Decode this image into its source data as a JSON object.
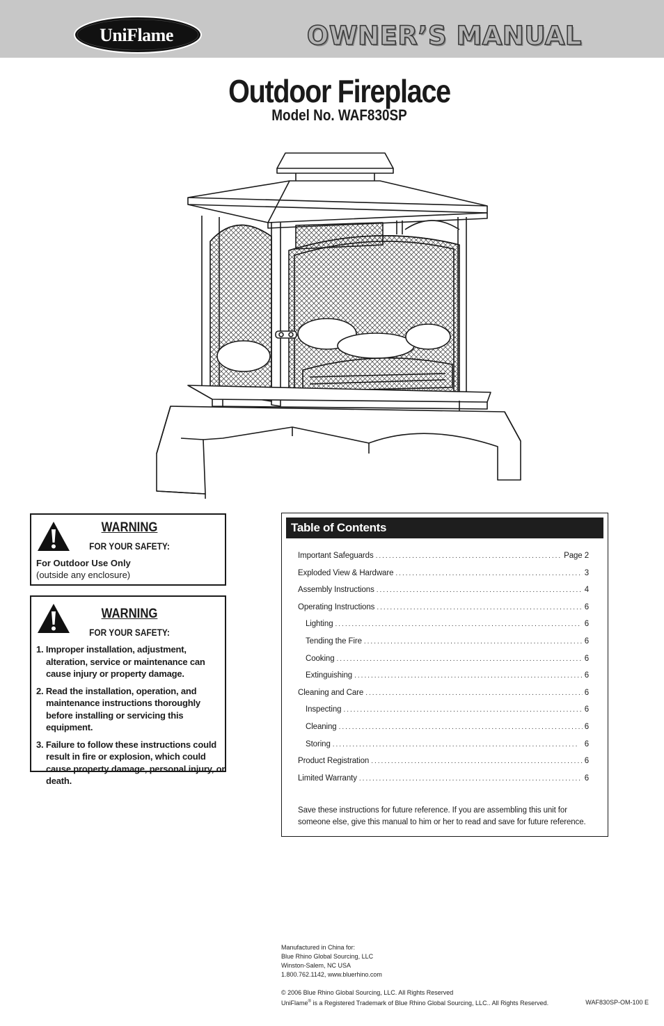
{
  "header": {
    "brand": "UniFlame",
    "manual_title": "OWNER’S MANUAL"
  },
  "product": {
    "title": "Outdoor Fireplace",
    "model": "Model No. WAF830SP"
  },
  "warning1": {
    "title": "WARNING",
    "subtitle": "FOR YOUR SAFETY:",
    "line_bold": "For Outdoor Use Only",
    "line_normal": "(outside any enclosure)"
  },
  "warning2": {
    "title": "WARNING",
    "subtitle": "FOR YOUR SAFETY:",
    "items": [
      "1. Improper installation, adjustment, alteration, service or maintenance can cause injury or property damage.",
      "2. Read the installation, operation, and maintenance instructions thoroughly before installing or servicing this equipment.",
      "3. Failure to follow these instructions could result in fire or explosion, which could cause property damage, personal injury, or death."
    ]
  },
  "toc": {
    "title": "Table of Contents",
    "entries": [
      {
        "label": "Important Safeguards",
        "page": "Page 2"
      },
      {
        "label": "Exploded View & Hardware",
        "page": "3"
      },
      {
        "label": "Assembly Instructions",
        "page": "4"
      },
      {
        "label": "Operating Instructions",
        "page": "6"
      },
      {
        "label": "Lighting",
        "page": "6"
      },
      {
        "label": "Tending the Fire",
        "page": "6"
      },
      {
        "label": "Cooking",
        "page": "6"
      },
      {
        "label": "Extinguishing",
        "page": "6"
      },
      {
        "label": "Cleaning and Care",
        "page": "6"
      },
      {
        "label": "Inspecting",
        "page": "6"
      },
      {
        "label": "Cleaning",
        "page": "6"
      },
      {
        "label": "Storing",
        "page": "6"
      },
      {
        "label": "Product Registration",
        "page": "6"
      },
      {
        "label": "Limited Warranty",
        "page": "6"
      }
    ],
    "note": "Save these instructions for future reference.   If you are assembling this unit for someone else,  give this manual to him or her to read and save for future reference."
  },
  "footer": {
    "manufactured": "Manufactured in China for:",
    "company": "Blue Rhino Global Sourcing, LLC",
    "city": "Winston-Salem, NC USA",
    "contact": "1.800.762.1142, www.bluerhino.com",
    "copyright": "© 2006 Blue Rhino Global Sourcing, LLC. All Rights Reserved",
    "trademark_brand": "UniFlame",
    "trademark_mark": "®",
    "trademark_rest": " is a Registered Trademark of Blue Rhino Global Sourcing, LLC.. All Rights Reserved.",
    "doc_code": "WAF830SP-OM-100 E"
  },
  "colors": {
    "header_band": "#c7c7c7",
    "toc_header": "#1e1e1e"
  }
}
